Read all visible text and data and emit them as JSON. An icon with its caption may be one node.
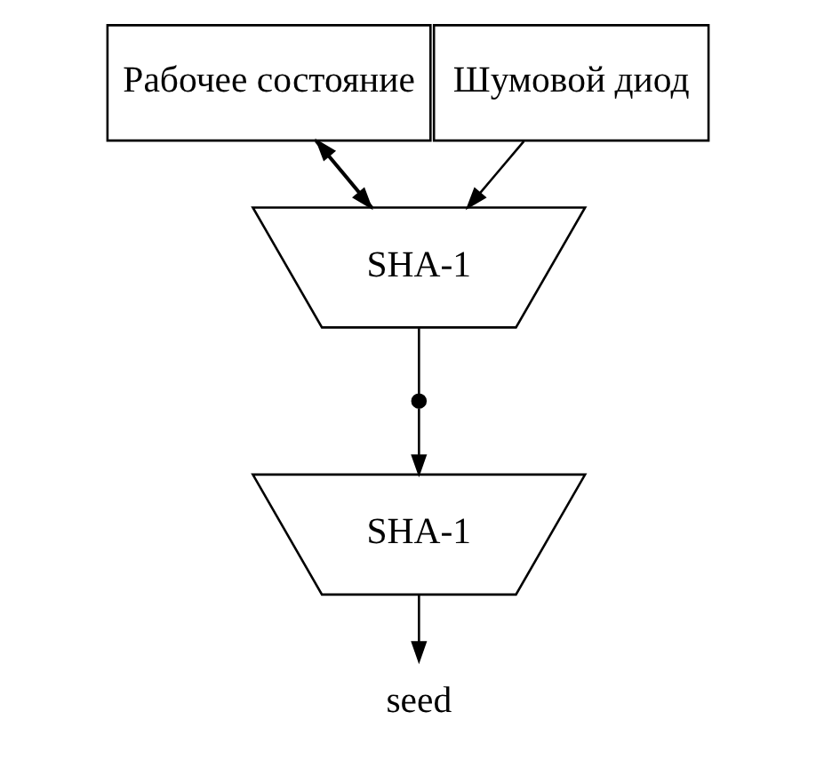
{
  "diagram": {
    "nodes": [
      {
        "text": [
          "Рабочее состояние"
        ]
      },
      {
        "text": [
          "Шумовой диод"
        ]
      },
      {
        "text": [
          "SHA-1"
        ]
      },
      {
        "text": [],
        "shape": "switch"
      },
      {
        "text": [
          "SHA-1"
        ]
      },
      {
        "text": [
          "seed"
        ]
      }
    ],
    "edges": [
      {
        "from": 0,
        "to": 2,
        "arrow": "to"
      },
      {
        "from": 1,
        "to": 2,
        "arrow": "to"
      },
      {
        "from": 2,
        "to": 0,
        "arrow": "to"
      },
      {
        "from": 2,
        "to": 3,
        "arrow": "none"
      },
      {
        "from": 3,
        "to": 4,
        "arrow": "to"
      },
      {
        "from": 4,
        "to": 5,
        "arrow": "to"
      }
    ]
  }
}
